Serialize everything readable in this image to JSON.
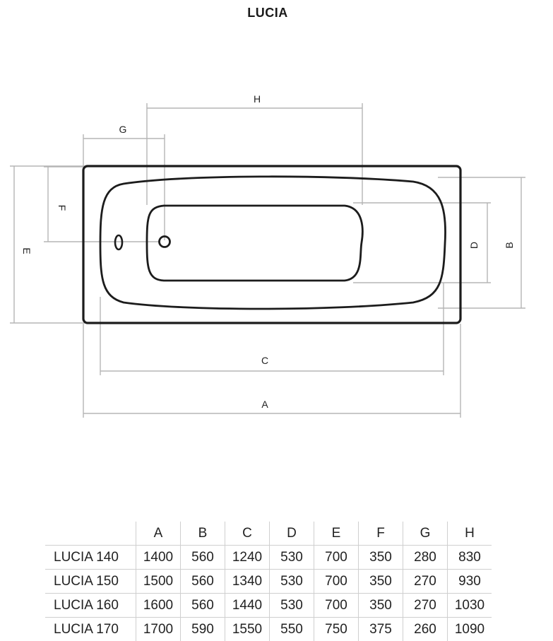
{
  "title": "LUCIA",
  "dimension_labels": {
    "A": "A",
    "B": "B",
    "C": "C",
    "D": "D",
    "E": "E",
    "F": "F",
    "G": "G",
    "H": "H"
  },
  "table": {
    "columns": [
      "A",
      "B",
      "C",
      "D",
      "E",
      "F",
      "G",
      "H"
    ],
    "rows": [
      {
        "model": "LUCIA 140",
        "values": [
          "1400",
          "560",
          "1240",
          "530",
          "700",
          "350",
          "280",
          "830"
        ]
      },
      {
        "model": "LUCIA 150",
        "values": [
          "1500",
          "560",
          "1340",
          "530",
          "700",
          "350",
          "270",
          "930"
        ]
      },
      {
        "model": "LUCIA 160",
        "values": [
          "1600",
          "560",
          "1440",
          "530",
          "700",
          "350",
          "270",
          "1030"
        ]
      },
      {
        "model": "LUCIA 170",
        "values": [
          "1700",
          "590",
          "1550",
          "550",
          "750",
          "375",
          "260",
          "1090"
        ]
      }
    ]
  }
}
